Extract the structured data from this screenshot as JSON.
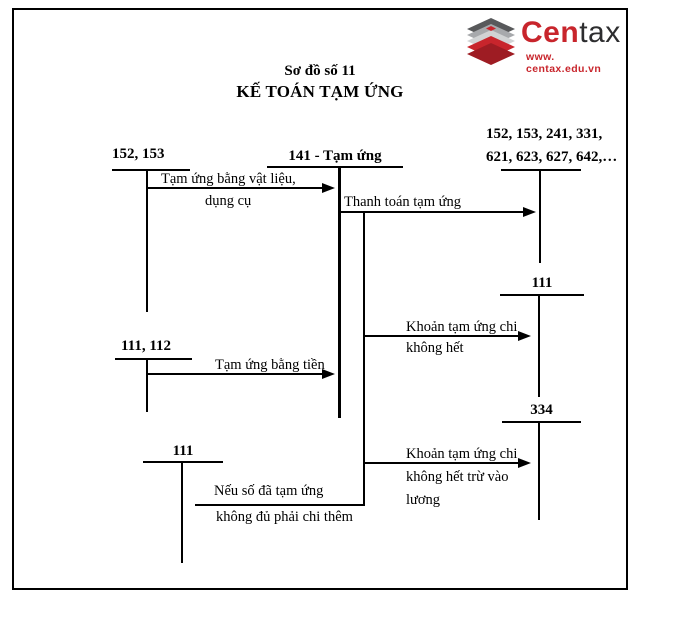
{
  "logo": {
    "brand_red": "Cen",
    "brand_dark": "tax",
    "website": "www. centax.edu.vn",
    "colors": {
      "red": "#c8252c",
      "dark": "#2d2d2f",
      "gray": "#808285"
    }
  },
  "title": {
    "line1": "Sơ đồ số 11",
    "line2": "KẾ TOÁN TẠM ỨNG"
  },
  "accounts": {
    "materials": "152, 153",
    "advance": "141 - Tạm ứng",
    "settlement": {
      "line1": "152, 153, 241, 331,",
      "line2": "621, 623, 627, 642,…"
    },
    "cash_refund": "111",
    "salary": "334",
    "cash_advance": "111, 112",
    "cash_extra": "111"
  },
  "flows": {
    "advance_materials": {
      "line1": "Tạm ứng bằng vật liệu,",
      "line2": "dụng cụ"
    },
    "settle_advance": "Thanh toán tạm ứng",
    "refund_unused": {
      "line1": "Khoản tạm ứng chi",
      "line2": "không hết"
    },
    "deduct_salary": {
      "line1": "Khoản tạm ứng chi",
      "line2": "không hết trừ vào",
      "line3": "lương"
    },
    "advance_cash": "Tạm ứng bằng tiền",
    "extra_payment": {
      "line1": "Nếu số đã tạm ứng",
      "line2": "không đủ phải chi thêm"
    }
  }
}
